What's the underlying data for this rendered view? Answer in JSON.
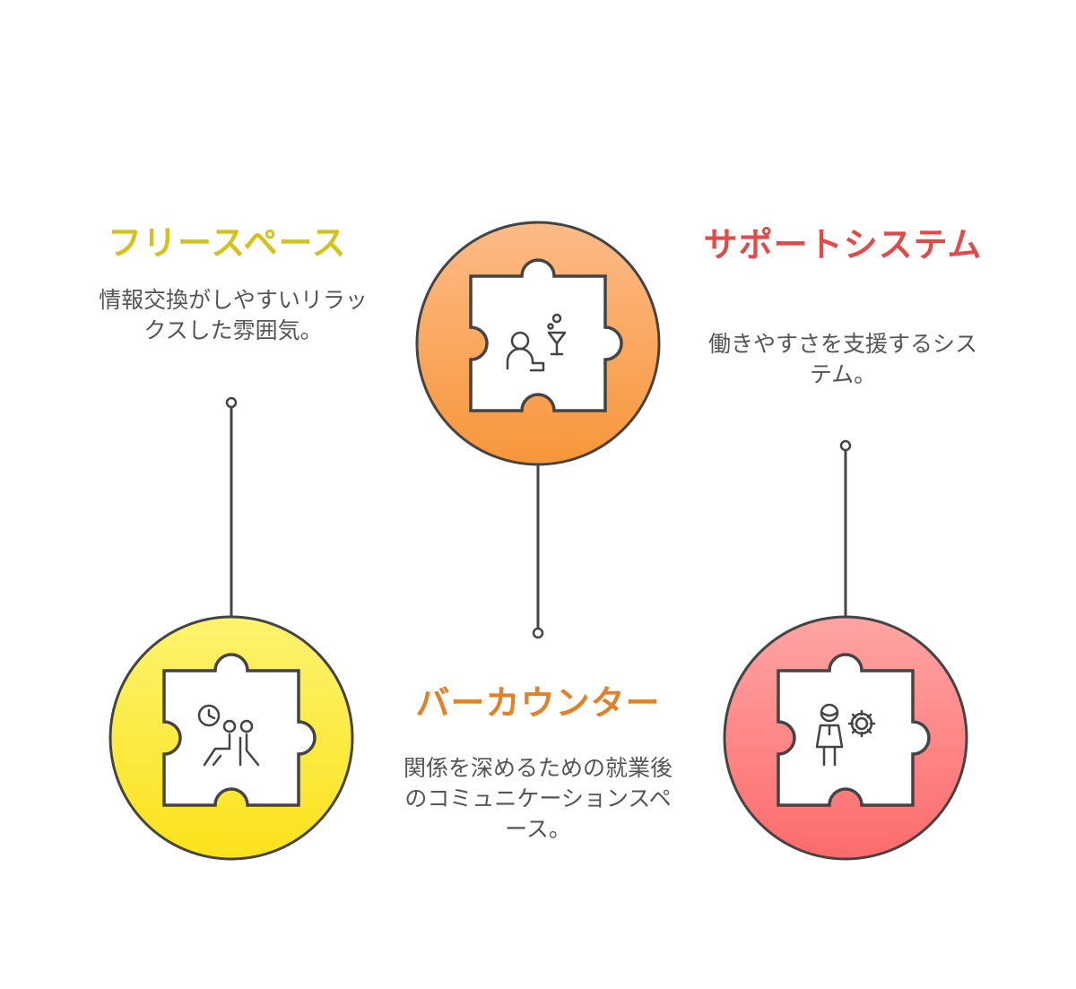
{
  "items": [
    {
      "key": "free",
      "title": "フリースペース",
      "description": "情報交換がしやすいリラックスした雰囲気。",
      "color": "#d4c21a",
      "icon": "clock-people-icon"
    },
    {
      "key": "bar",
      "title": "バーカウンター",
      "description": "関係を深めるための就業後のコミュニケーションスペース。",
      "color": "#e0822c",
      "icon": "person-cocktail-icon"
    },
    {
      "key": "support",
      "title": "サポートシステム",
      "description": "働きやすさを支援するシステム。",
      "color": "#e04a4a",
      "icon": "person-gear-icon"
    }
  ]
}
